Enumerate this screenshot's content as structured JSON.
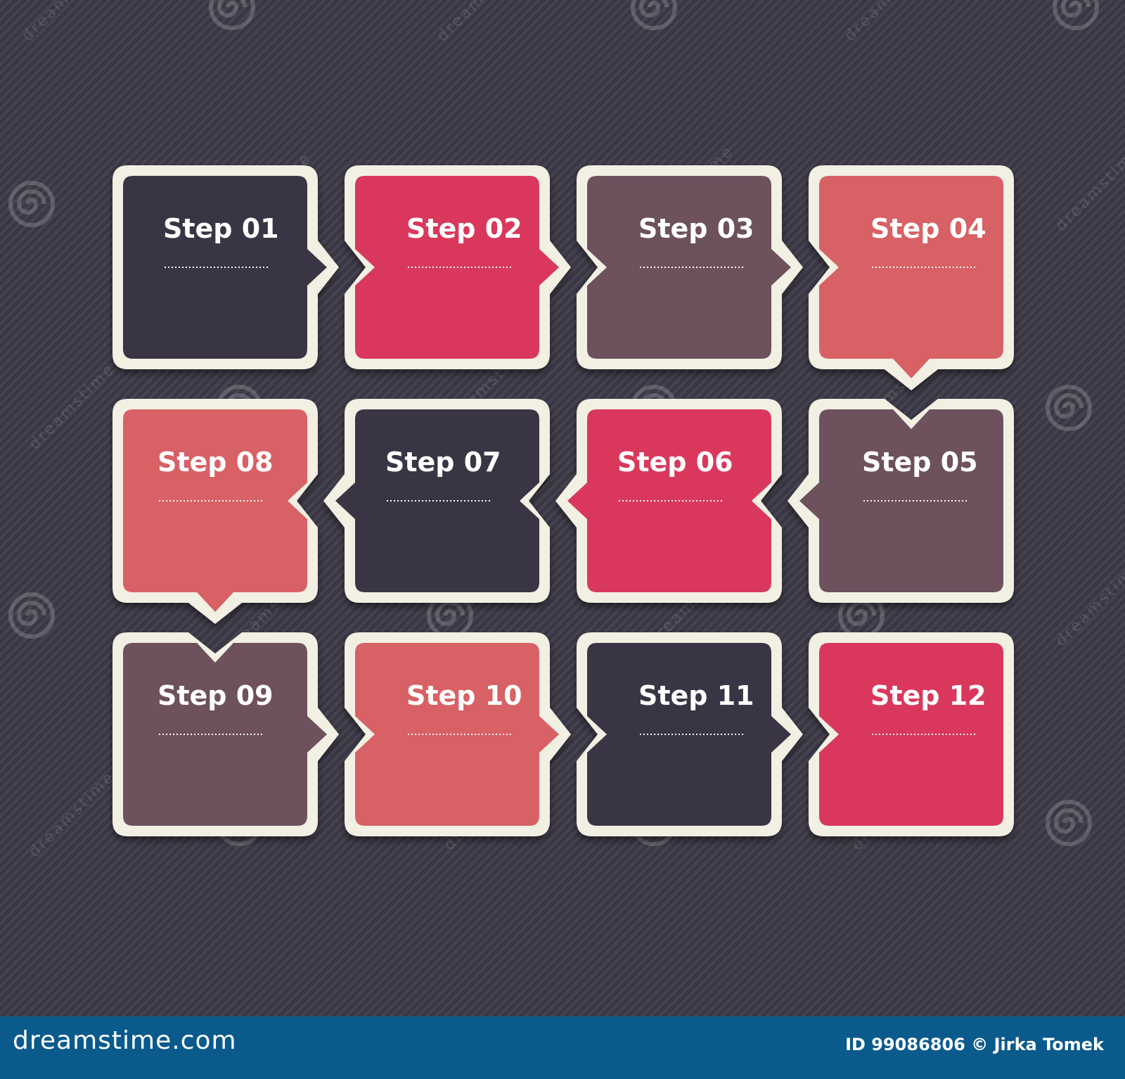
{
  "steps": [
    {
      "label": "Step 01",
      "color": "#3a3544"
    },
    {
      "label": "Step 02",
      "color": "#d9385c"
    },
    {
      "label": "Step 03",
      "color": "#6d515d"
    },
    {
      "label": "Step 04",
      "color": "#d86165"
    },
    {
      "label": "Step 05",
      "color": "#6d515d"
    },
    {
      "label": "Step 06",
      "color": "#d9385c"
    },
    {
      "label": "Step 07",
      "color": "#3a3544"
    },
    {
      "label": "Step 08",
      "color": "#d86165"
    },
    {
      "label": "Step 09",
      "color": "#6d515d"
    },
    {
      "label": "Step 10",
      "color": "#d86165"
    },
    {
      "label": "Step 11",
      "color": "#3a3544"
    },
    {
      "label": "Step 12",
      "color": "#d9385c"
    }
  ],
  "frame_color": "#f2efe3",
  "watermark": {
    "text": "dreamstime"
  },
  "footer": {
    "logo": "dreamstime.com",
    "credit": "ID 99086806 © Jirka Tomek"
  }
}
